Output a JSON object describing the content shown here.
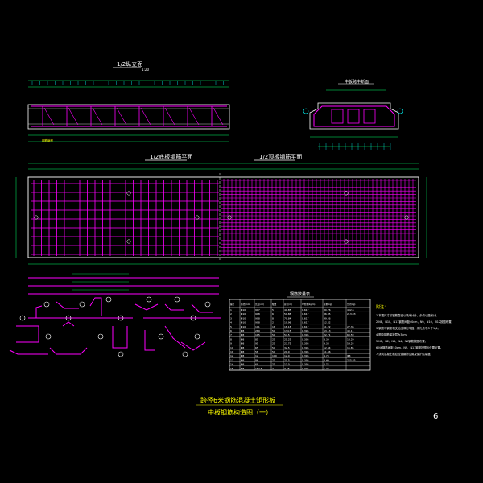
{
  "colors": {
    "background": "#000000",
    "rebar": "#ff00ff",
    "dimension": "#00ff66",
    "outline": "#ffffff",
    "annotation": "#ffff00",
    "section": "#00ffff"
  },
  "views": {
    "half_elevation_title": "1/2纵立面",
    "section_title": "中板跨中断面",
    "half_bottom_plan_title": "1/2底板钢筋平面",
    "half_top_plan_title": "1/2顶板钢筋平面",
    "scale": "1:20",
    "rebar_label": "钢筋编号"
  },
  "table": {
    "title": "钢筋数量表",
    "headers": [
      "编号",
      "直径(mm)",
      "长度(cm)",
      "根数",
      "总长(m)",
      "单位重(kg/m)",
      "总重(kg)",
      "合计(kg)"
    ],
    "rows": [
      [
        "1",
        "Φ10",
        "997",
        "5",
        "49.85",
        "0.617",
        "30.76",
        "492.6"
      ],
      [
        "2",
        "Φ10",
        "998",
        "6",
        "59.88",
        "0.617",
        "36.95",
        "213.03"
      ],
      [
        "3",
        "Φ10",
        "998",
        "8",
        "79.84",
        "0.617",
        "49.26",
        ""
      ],
      [
        "4",
        "Φ10",
        "998",
        "2",
        "19.96",
        "0.617",
        "12.32",
        ""
      ],
      [
        "5",
        "Φ10",
        "101",
        "18",
        "18.18",
        "0.617",
        "11.22",
        "27.36"
      ],
      [
        "6",
        "Φ8",
        "269",
        "50",
        "134.5",
        "0.395",
        "53.13",
        "40.11"
      ],
      [
        "7",
        "Φ8",
        "115",
        "50",
        "57.5",
        "0.395",
        "22.71",
        "60.59"
      ],
      [
        "8",
        "Φ8",
        "85",
        "25",
        "21.25",
        "0.395",
        "8.39",
        "18.29"
      ],
      [
        "9",
        "Φ8",
        "95",
        "25",
        "23.75",
        "0.395",
        "9.38",
        "54.24"
      ],
      [
        "10",
        "Φ8",
        "65",
        "50",
        "32.5",
        "0.395",
        "12.84",
        "15.85"
      ],
      [
        "11",
        "Φ8",
        "58",
        "50",
        "29.0",
        "0.395",
        "11.46",
        ""
      ],
      [
        "12",
        "Φ8",
        "12",
        "100",
        "12.0",
        "0.395",
        "4.74",
        "Φ8:"
      ],
      [
        "13",
        "Φ8",
        "86",
        "25",
        "21.5",
        "0.395",
        "8.49",
        "225.85"
      ],
      [
        "14",
        "Φ8",
        "68",
        "25",
        "17.0",
        "0.395",
        "6.72",
        ""
      ],
      [
        "15",
        "Φ8",
        "182.5",
        "2",
        "3.65",
        "0.395",
        "1.44",
        ""
      ]
    ]
  },
  "notes": {
    "title": "附注：",
    "items": [
      "1.本图尺寸除钢筋直径以毫米计外，余均以厘米计。",
      "2.N8、N10、N11钢筋间距40cm，N9、N10、N12按图布置。",
      "3.钢筋与钢筋相交处应绑扎牢固，绑扎点不少于1/2。",
      "4.图中钢筋保护层为3cm。",
      "5.N1、N2、N3、N4、N5钢筋按图布置。",
      "6.N6钢筋间距10cm，N9、N11钢筋按图示位置布置。",
      "7.浇筑混凝土前应检查钢筋位置及保护层厚度。"
    ]
  },
  "title_block": {
    "line1": "跨径6米钢筋混凝土矩形板",
    "line2": "中板钢筋构造图（一）",
    "page": "6"
  }
}
